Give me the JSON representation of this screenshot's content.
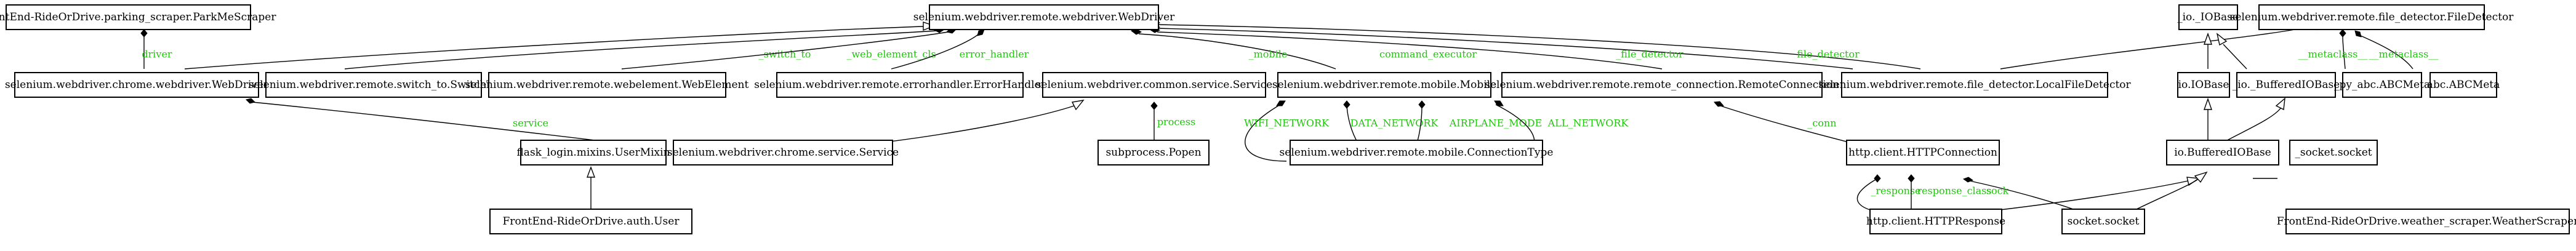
{
  "diagram_type": "class diagram",
  "colors": {
    "node_border": "#000000",
    "node_fill": "#ffffff",
    "edge": "#000000",
    "edge_label": "#22c50f"
  },
  "classes": {
    "parkme": "FrontEnd-RideOrDrive.parking_scraper.ParkMeScraper",
    "webdriver": "selenium.webdriver.remote.webdriver.WebDriver",
    "chrome_webdriver": "selenium.webdriver.chrome.webdriver.WebDriver",
    "switch_to": "selenium.webdriver.remote.switch_to.SwitchTo",
    "webelement": "selenium.webdriver.remote.webelement.WebElement",
    "errorhandler": "selenium.webdriver.remote.errorhandler.ErrorHandler",
    "common_service": "selenium.webdriver.common.service.Service",
    "mobile": "selenium.webdriver.remote.mobile.Mobile",
    "remote_connection": "selenium.webdriver.remote.remote_connection.RemoteConnection",
    "local_file_detector": "selenium.webdriver.remote.file_detector.LocalFileDetector",
    "iobase_private": "_io._IOBase",
    "file_detector": "selenium.webdriver.remote.file_detector.FileDetector",
    "io_iobase": "io.IOBase",
    "bufferediobase_private": "_io._BufferedIOBase",
    "py_abc_abcmeta": "_py_abc.ABCMeta",
    "abc_abcmeta": "abc.ABCMeta",
    "usermixin": "flask_login.mixins.UserMixin",
    "chrome_service": "selenium.webdriver.chrome.service.Service",
    "popen": "subprocess.Popen",
    "connectiontype": "selenium.webdriver.remote.mobile.ConnectionType",
    "httpconnection": "http.client.HTTPConnection",
    "io_bufferediobase": "io.BufferedIOBase",
    "socket_private": "_socket.socket",
    "auth_user": "FrontEnd-RideOrDrive.auth.User",
    "httpresponse": "http.client.HTTPResponse",
    "socket_socket": "socket.socket",
    "weather_scraper": "FrontEnd-RideOrDrive.weather_scraper.WeatherScraper"
  },
  "edge_labels": {
    "driver": "driver",
    "switch_to": "_switch_to",
    "web_element_cls": "_web_element_cls",
    "error_handler": "error_handler",
    "mobile": "_mobile",
    "command_executor": "command_executor",
    "file_detector_private": "_file_detector",
    "file_detector": "file_detector",
    "metaclass_1": "__metaclass__",
    "metaclass_2": "__metaclass__",
    "service": "service",
    "process": "process",
    "wifi_network": "WIFI_NETWORK",
    "data_network": "DATA_NETWORK",
    "airplane_mode": "AIRPLANE_MODE",
    "all_network": "ALL_NETWORK",
    "conn": "_conn",
    "response": "_response",
    "response_class": "response_class",
    "sock": "sock"
  }
}
